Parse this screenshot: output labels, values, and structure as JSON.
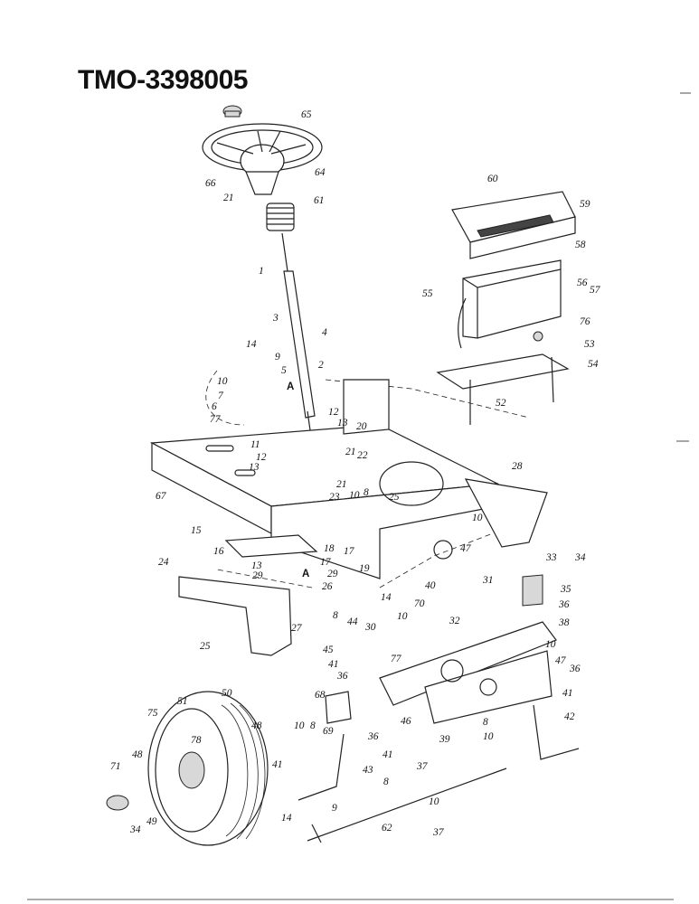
{
  "title": "TMO-3398005",
  "callouts": [
    "65",
    "64",
    "66",
    "21",
    "61",
    "60",
    "59",
    "58",
    "55",
    "56",
    "57",
    "1",
    "3",
    "4",
    "76",
    "53",
    "54",
    "14",
    "9",
    "5",
    "2",
    "A",
    "10",
    "7",
    "6",
    "77",
    "52",
    "12",
    "13",
    "20",
    "21",
    "22",
    "11",
    "12",
    "13",
    "67",
    "28",
    "23",
    "21",
    "10",
    "8",
    "25",
    "15",
    "16",
    "18",
    "17",
    "13",
    "17",
    "29",
    "29",
    "19",
    "10",
    "47",
    "24",
    "A",
    "26",
    "27",
    "25",
    "40",
    "31",
    "70",
    "33",
    "34",
    "35",
    "36",
    "38",
    "8",
    "44",
    "30",
    "32",
    "14",
    "10",
    "45",
    "41",
    "36",
    "77",
    "10",
    "47",
    "36",
    "68",
    "46",
    "39",
    "41",
    "8",
    "10",
    "42",
    "50",
    "51",
    "48",
    "75",
    "78",
    "41",
    "10",
    "8",
    "69",
    "36",
    "41",
    "43",
    "48",
    "71",
    "34",
    "49",
    "37",
    "8",
    "10",
    "9",
    "14",
    "62",
    "37"
  ]
}
